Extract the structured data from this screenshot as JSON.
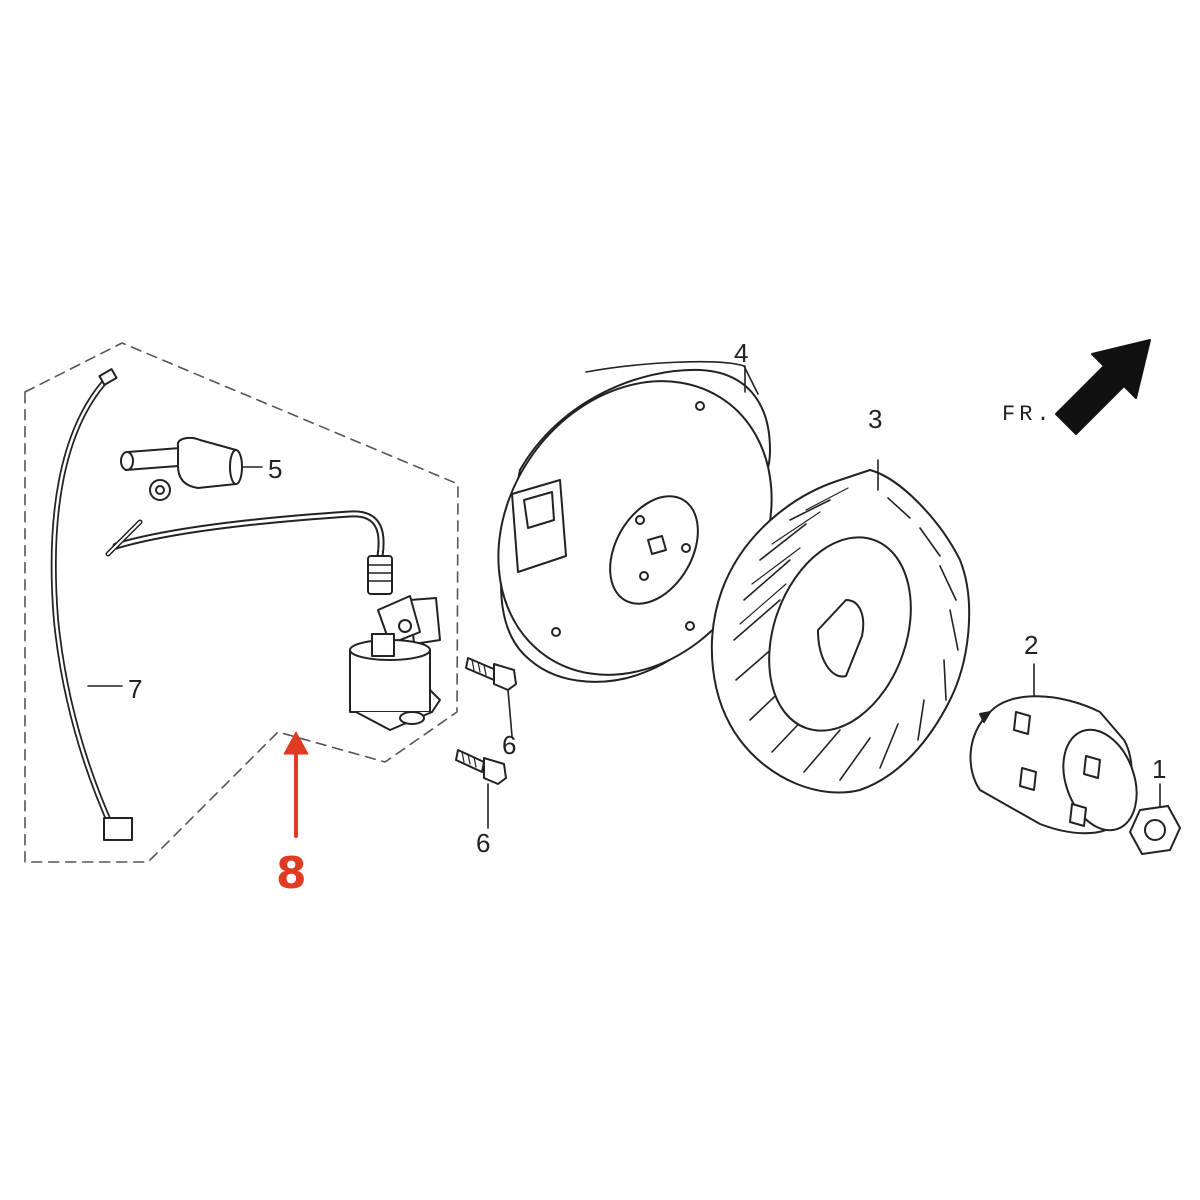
{
  "diagram": {
    "callouts": {
      "c1": "1",
      "c2": "2",
      "c3": "3",
      "c4": "4",
      "c5": "5",
      "c6a": "6",
      "c6b": "6",
      "c7": "7"
    },
    "highlight": {
      "label": "8",
      "color": "#e03a22"
    },
    "direction": {
      "label": "FR."
    }
  }
}
